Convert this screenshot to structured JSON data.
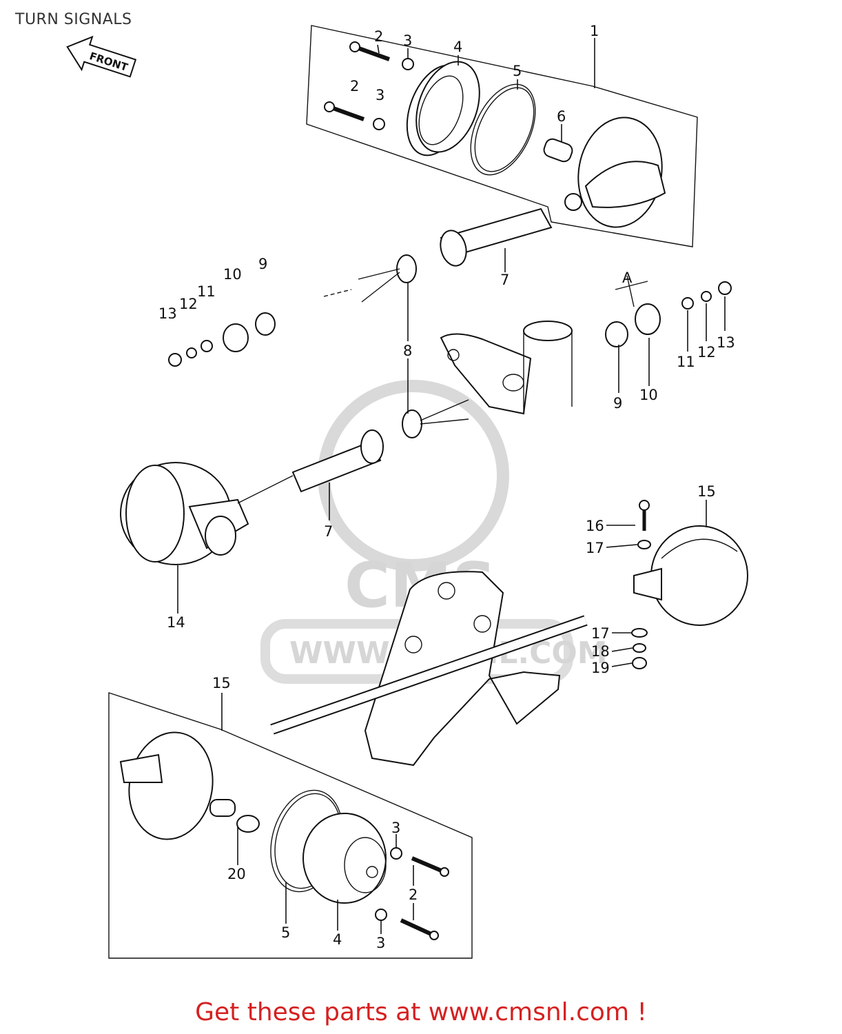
{
  "header": {
    "title": "TURN SIGNALS"
  },
  "front_arrow": {
    "text": "FRONT"
  },
  "watermark": {
    "logo_text": "CMS",
    "url_text": "WWW.CMSNL.COM"
  },
  "callouts": {
    "c1": "1",
    "c2a": "2",
    "c3a": "3",
    "c2b": "2",
    "c3b": "3",
    "c4a": "4",
    "c5a": "5",
    "c6": "6",
    "c7a": "7",
    "c7b": "7",
    "c8": "8",
    "c9a": "9",
    "c10a": "10",
    "c11a": "11",
    "c12a": "12",
    "c13a": "13",
    "c9b": "9",
    "c10b": "10",
    "c11b": "11",
    "c12b": "12",
    "c13b": "13",
    "arrowA": "A",
    "c14": "14",
    "c15a": "15",
    "c16": "16",
    "c17a": "17",
    "c17b": "17",
    "c18": "18",
    "c19": "19",
    "c15b": "15",
    "c20": "20",
    "c5b": "5",
    "c4b": "4",
    "c3c": "3",
    "c2c": "2",
    "c3d": "3"
  },
  "footer": {
    "promo_text": "Get these parts at www.cmsnl.com !",
    "promo_color": "#d62020"
  }
}
